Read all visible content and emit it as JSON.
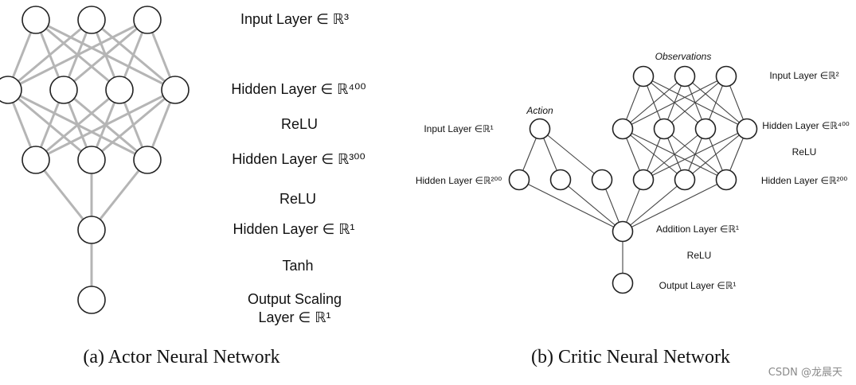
{
  "actor": {
    "caption": "(a) Actor Neural Network",
    "layer_labels": {
      "input": "Input Layer  ∈ ℝ³",
      "hidden1": "Hidden Layer ∈ ℝ⁴⁰⁰",
      "relu1": "ReLU",
      "hidden2": "Hidden Layer ∈ ℝ³⁰⁰",
      "relu2": "ReLU",
      "hidden3": "Hidden Layer ∈ ℝ¹",
      "tanh": "Tanh",
      "output_line1": "Output Scaling",
      "output_line2": "Layer ∈ ℝ¹"
    },
    "layer_sizes": [
      3,
      4,
      3,
      1,
      1
    ]
  },
  "critic": {
    "caption": "(b) Critic Neural Network",
    "observations_title": "Observations",
    "action_title": "Action",
    "labels": {
      "obs_input": "Input Layer ∈ℝ²",
      "obs_hidden1": "Hidden Layer ∈ℝ⁴⁰⁰",
      "relu1": "ReLU",
      "obs_hidden2": "Hidden Layer ∈ℝ²⁰⁰",
      "action_input": "Input Layer ∈ℝ¹",
      "action_hidden": "Hidden Layer ∈ℝ²⁰⁰",
      "addition": "Addition Layer ∈ℝ¹",
      "relu2": "ReLU",
      "output": "Output Layer ∈ℝ¹"
    }
  },
  "watermark": "CSDN @龙晨天"
}
